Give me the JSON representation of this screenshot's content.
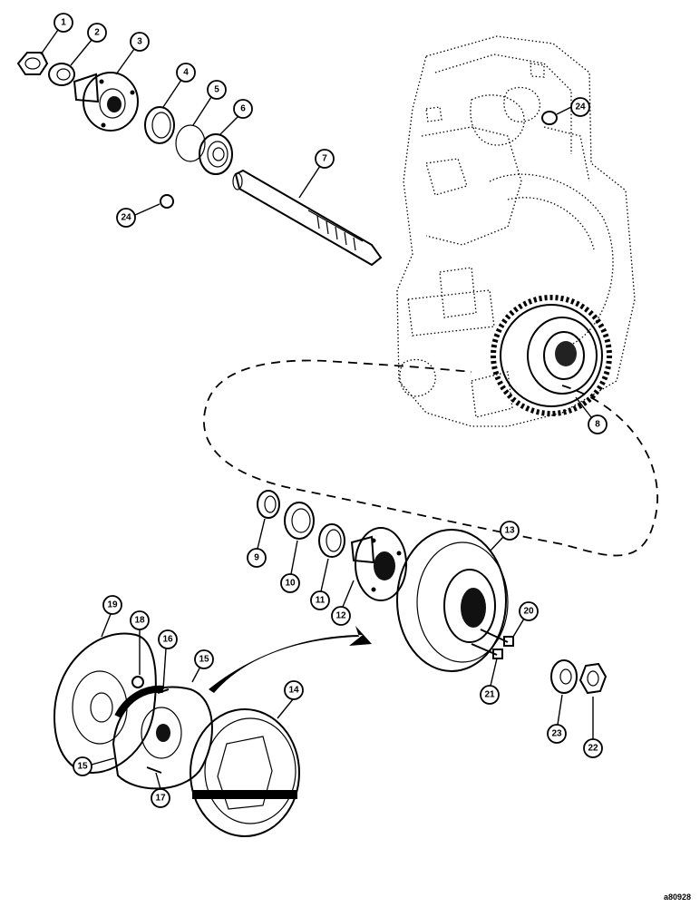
{
  "figure_id": "a80928",
  "callouts": [
    {
      "id": "callout-1",
      "label": "1"
    },
    {
      "id": "callout-2",
      "label": "2"
    },
    {
      "id": "callout-3",
      "label": "3"
    },
    {
      "id": "callout-4",
      "label": "4"
    },
    {
      "id": "callout-5",
      "label": "5"
    },
    {
      "id": "callout-6",
      "label": "6"
    },
    {
      "id": "callout-7",
      "label": "7"
    },
    {
      "id": "callout-24a",
      "label": "24"
    },
    {
      "id": "callout-24b",
      "label": "24"
    },
    {
      "id": "callout-8",
      "label": "8"
    },
    {
      "id": "callout-9",
      "label": "9"
    },
    {
      "id": "callout-10",
      "label": "10"
    },
    {
      "id": "callout-11",
      "label": "11"
    },
    {
      "id": "callout-12",
      "label": "12"
    },
    {
      "id": "callout-13",
      "label": "13"
    },
    {
      "id": "callout-20",
      "label": "20"
    },
    {
      "id": "callout-21",
      "label": "21"
    },
    {
      "id": "callout-23",
      "label": "23"
    },
    {
      "id": "callout-22",
      "label": "22"
    },
    {
      "id": "callout-19",
      "label": "19"
    },
    {
      "id": "callout-18",
      "label": "18"
    },
    {
      "id": "callout-16",
      "label": "16"
    },
    {
      "id": "callout-15a",
      "label": "15"
    },
    {
      "id": "callout-15b",
      "label": "15"
    },
    {
      "id": "callout-17",
      "label": "17"
    },
    {
      "id": "callout-14",
      "label": "14"
    }
  ]
}
